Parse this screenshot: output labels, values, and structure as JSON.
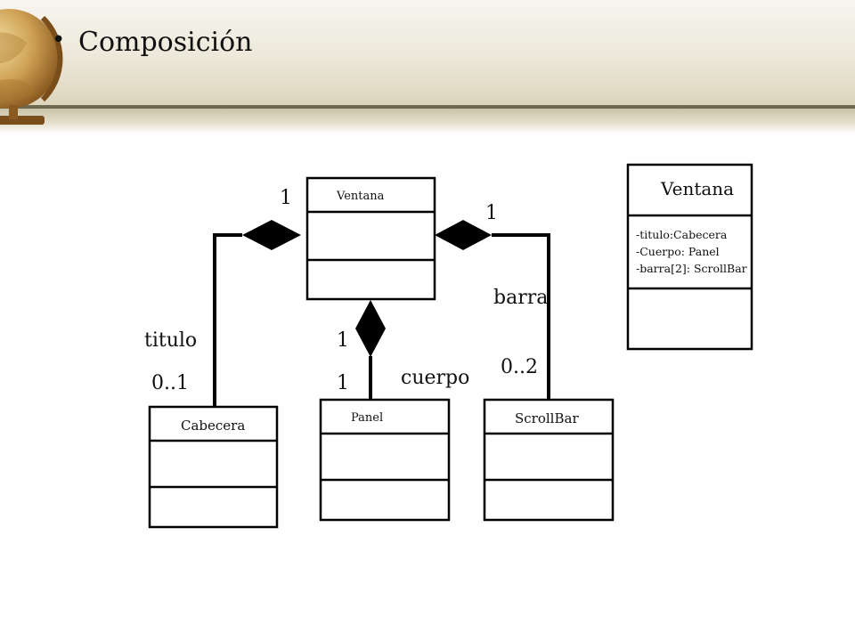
{
  "slide": {
    "bullet": "•",
    "title": "Composición"
  },
  "boxes": {
    "ventana_small": "Ventana",
    "cabecera": "Cabecera",
    "panel": "Panel",
    "scrollbar": "ScrollBar"
  },
  "multiplicities": {
    "ventana_left": "1",
    "ventana_right": "1",
    "panel_top": "1",
    "panel_bottom": "1",
    "titulo": "0..1",
    "barra": "0..2"
  },
  "roles": {
    "titulo": "titulo",
    "cuerpo": "cuerpo",
    "barra": "barra"
  },
  "detail_class": {
    "name": "Ventana",
    "attributes": [
      "-titulo:Cabecera",
      "-Cuerpo: Panel",
      "-barra[2]: ScrollBar"
    ]
  },
  "colors": {
    "line": "#000000",
    "header_band": "#e6e1cf",
    "header_line": "#6e6a52"
  }
}
